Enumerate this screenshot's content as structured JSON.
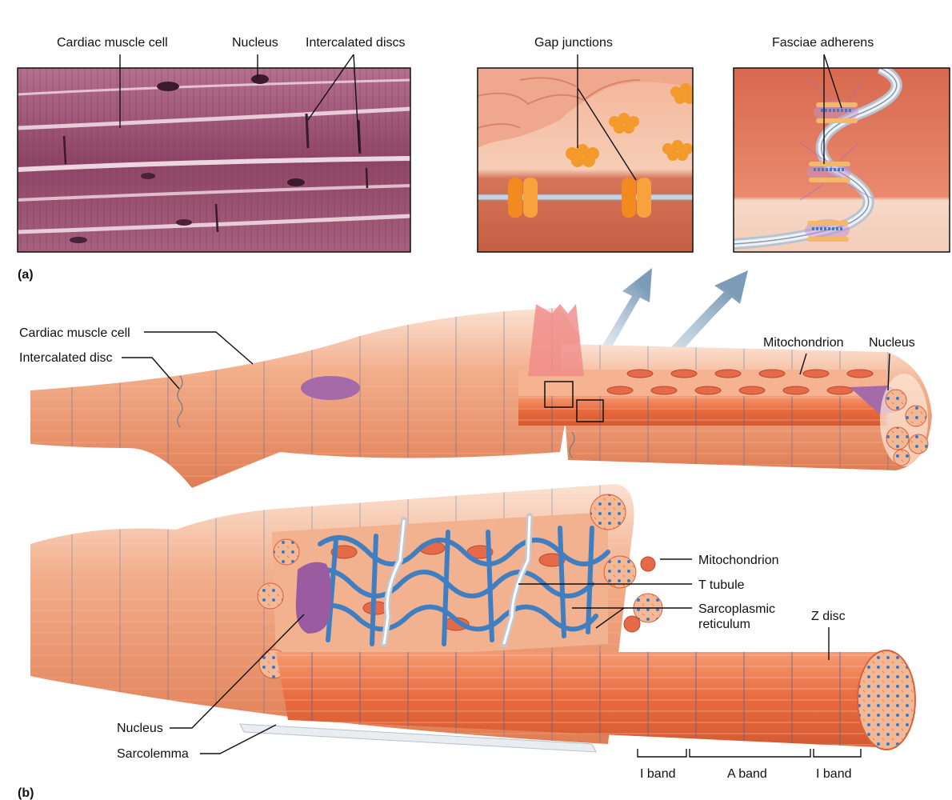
{
  "panel_a": {
    "label": "(a)",
    "micrograph": {
      "labels": {
        "cardiac_muscle_cell": "Cardiac muscle cell",
        "nucleus": "Nucleus",
        "intercalated_discs": "Intercalated discs"
      }
    },
    "gap_junctions": {
      "label": "Gap junctions"
    },
    "fasciae_adherens": {
      "label": "Fasciae adherens"
    }
  },
  "panel_b": {
    "label": "(b)",
    "labels": {
      "cardiac_muscle_cell": "Cardiac muscle cell",
      "intercalated_disc": "Intercalated disc",
      "mitochondrion_top": "Mitochondrion",
      "nucleus_top": "Nucleus",
      "mitochondrion": "Mitochondrion",
      "t_tubule": "T tubule",
      "sarcoplasmic_reticulum_line1": "Sarcoplasmic",
      "sarcoplasmic_reticulum_line2": "reticulum",
      "z_disc": "Z disc",
      "nucleus": "Nucleus",
      "sarcolemma": "Sarcolemma",
      "i_band_left": "I band",
      "a_band": "A band",
      "i_band_right": "I band"
    }
  },
  "colors": {
    "muscle": "#e9946c",
    "muscle_dark": "#d8623b",
    "sr": "#3f7fc1",
    "nucleus": "#a66aa8",
    "micrograph": "#9c5472",
    "junction": "#f2922c"
  }
}
